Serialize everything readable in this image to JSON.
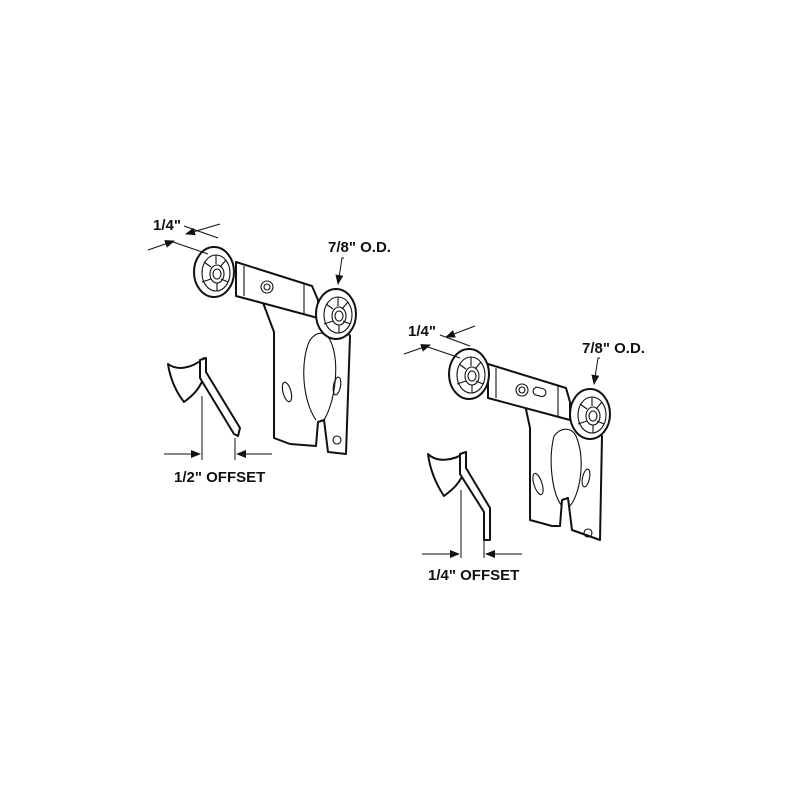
{
  "diagram": {
    "background": "#ffffff",
    "line_color": "#111111",
    "assemblies": [
      {
        "id": "left",
        "labels": {
          "wheel_width": "1/4\"",
          "wheel_diameter": "7/8\" O.D.",
          "offset": "1/2\" OFFSET"
        }
      },
      {
        "id": "right",
        "labels": {
          "wheel_width": "1/4\"",
          "wheel_diameter": "7/8\" O.D.",
          "offset": "1/4\" OFFSET"
        }
      }
    ]
  }
}
